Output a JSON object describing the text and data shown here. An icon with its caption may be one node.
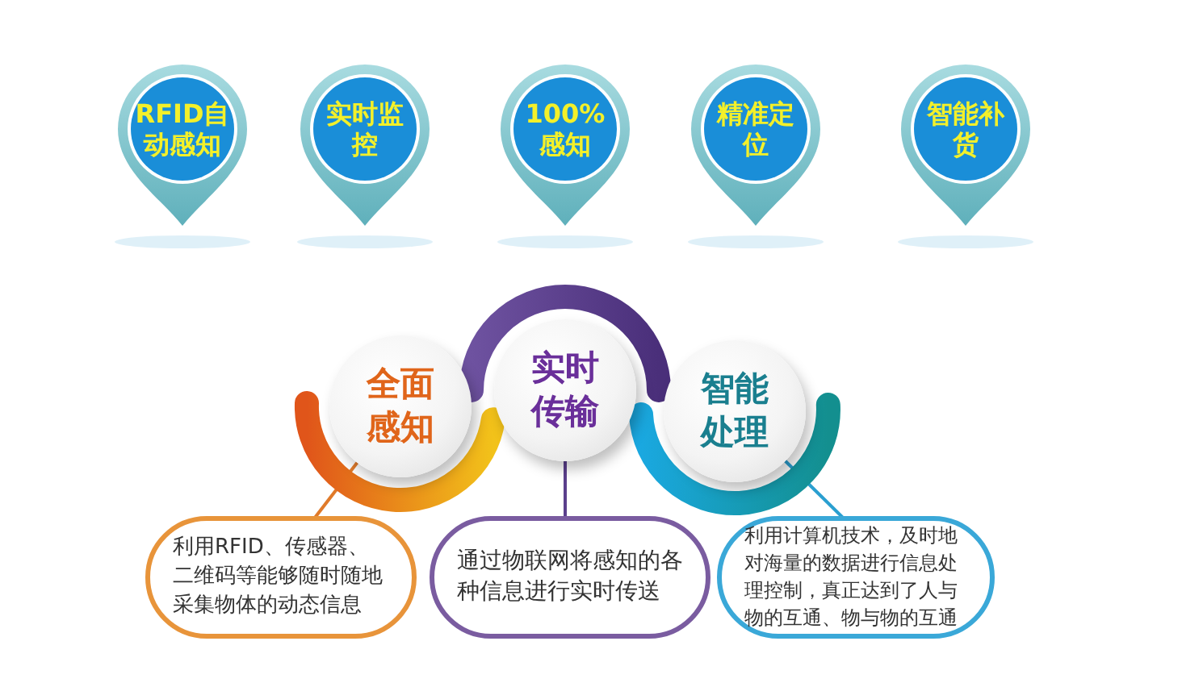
{
  "diagram": {
    "nodes": [
      {
        "text": [
          "RFID自动感知"
        ]
      },
      {
        "text": [
          "实时监控"
        ]
      },
      {
        "text": [
          "100%感知"
        ]
      },
      {
        "text": [
          "精准定位"
        ]
      },
      {
        "text": [
          "智能补货"
        ]
      },
      {
        "text": [
          "全面感知"
        ]
      },
      {
        "text": [
          "实时传输"
        ]
      },
      {
        "text": [
          "智能处理"
        ]
      },
      {
        "text": [
          "利用RFID、传感器、二维码等能够随时随地采集物体的动态信息"
        ]
      },
      {
        "text": [
          "通过物联网将感知的各种信息进行实时传送"
        ]
      },
      {
        "text": [
          "利用计算机技术，及时地对海量的数据进行信息处理控制，真正达到了人与物的互通、物与物的互通"
        ]
      }
    ],
    "edges": [
      {
        "from": 5,
        "to": 8,
        "arrow": "none",
        "color": "#e07a2a"
      },
      {
        "from": 6,
        "to": 9,
        "arrow": "none",
        "color": "#5b3f8c"
      },
      {
        "from": 7,
        "to": 10,
        "arrow": "none",
        "color": "#2a9fd0"
      }
    ]
  }
}
